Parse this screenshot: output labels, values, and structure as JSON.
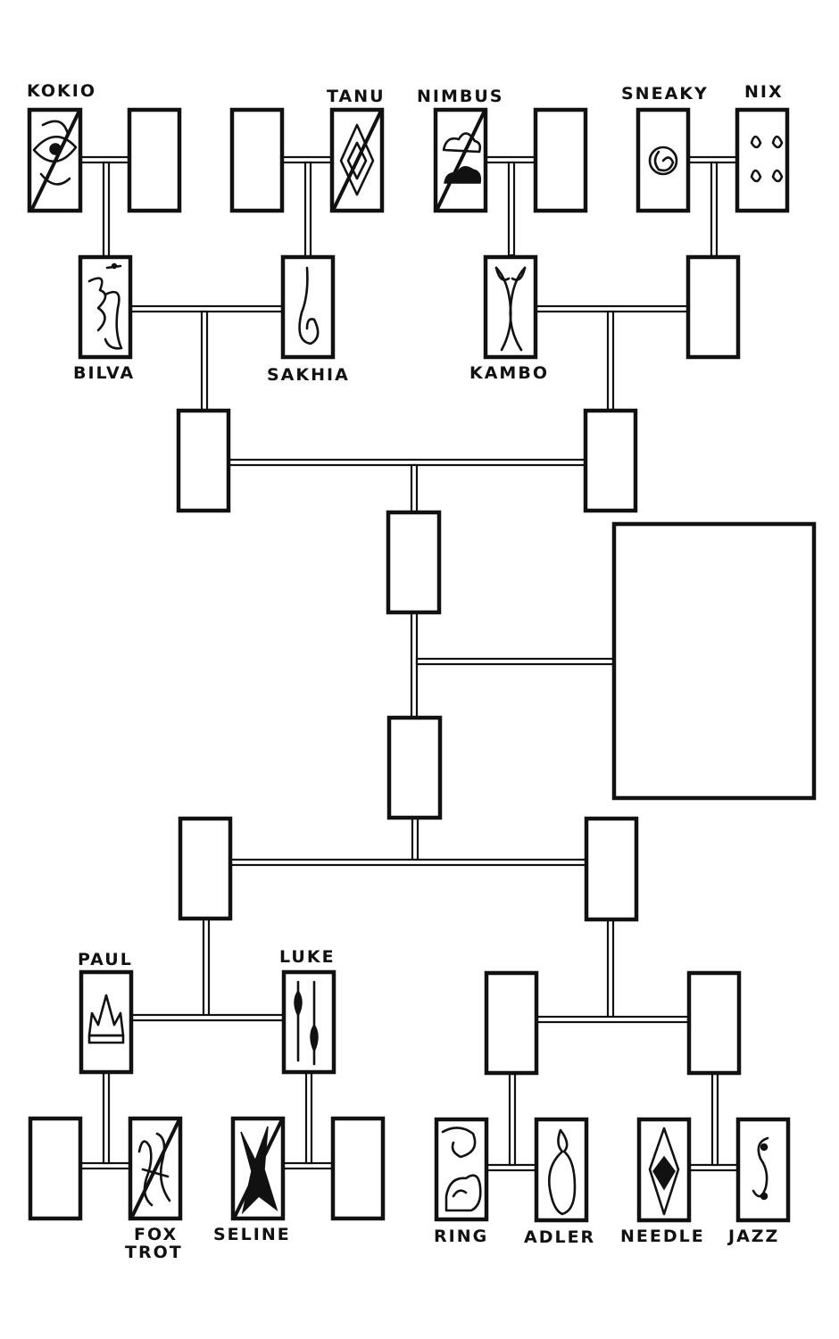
{
  "diagram": {
    "title": "Family tree",
    "colors": {
      "ink": "#111111",
      "paper": "#ffffff"
    },
    "members": {
      "kokio": {
        "name": "KOKIO",
        "icon": "eye-spiral-icon",
        "deceased": true
      },
      "tanu": {
        "name": "TANU",
        "icon": "diamond-icon",
        "deceased": true
      },
      "nimbus": {
        "name": "NIMBUS",
        "icon": "cloud-icon",
        "deceased": true
      },
      "sneaky": {
        "name": "SNEAKY",
        "icon": "spiral-circle-icon",
        "deceased": false
      },
      "nix": {
        "name": "NIX",
        "icon": "cat-eyes-icon",
        "deceased": false
      },
      "bilva": {
        "name": "BILVA",
        "icon": "om-symbol-icon",
        "deceased": false
      },
      "sakhia": {
        "name": "SAKHIA",
        "icon": "hook-swirl-icon",
        "deceased": false
      },
      "kambo": {
        "name": "KAMBO",
        "icon": "cross-curve-icon",
        "deceased": false
      },
      "paul": {
        "name": "PAUL",
        "icon": "crown-icon",
        "deceased": false
      },
      "luke": {
        "name": "LUKE",
        "icon": "leaves-icon",
        "deceased": false
      },
      "foxtrot": {
        "name_line1": "FOX",
        "name_line2": "TROT",
        "icon": "stripes-icon",
        "deceased": true
      },
      "seline": {
        "name": "SELINE",
        "icon": "splash-icon",
        "deceased": true
      },
      "ring": {
        "name": "RING",
        "icon": "wave-icon",
        "deceased": false
      },
      "adler": {
        "name": "ADLER",
        "icon": "flame-icon",
        "deceased": false
      },
      "needle": {
        "name": "NEEDLE",
        "icon": "needle-diamond-icon",
        "deceased": false
      },
      "jazz": {
        "name": "JAZZ",
        "icon": "s-curve-icon",
        "deceased": false
      }
    }
  }
}
